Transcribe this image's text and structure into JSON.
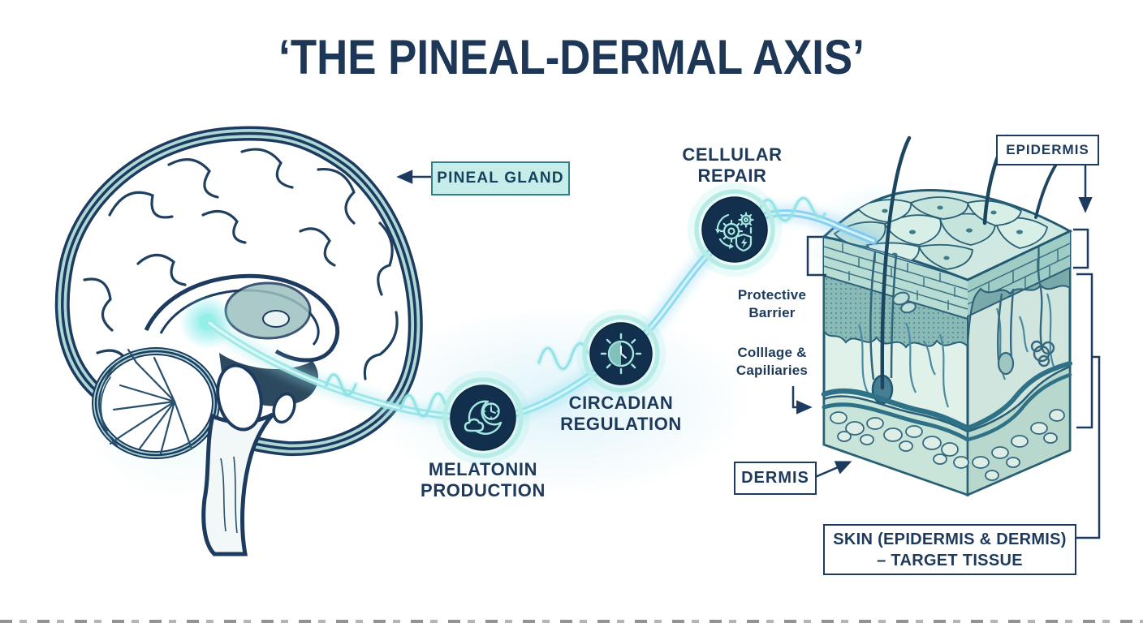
{
  "title": "‘THE PINEAL-DERMAL AXIS’",
  "colors": {
    "navy": "#1d3a5f",
    "title_navy": "#1e3757",
    "teal_box_bg": "#c7edeb",
    "teal_box_border": "#2e7f8a",
    "node_fill": "#132f4e",
    "node_ring": "#b6ece5",
    "icon_stroke": "#a5e8e0",
    "flow_start": "#9fe8e4",
    "flow_end": "#7fc7ee"
  },
  "brain": {
    "pineal_label": "PINEAL GLAND"
  },
  "pathway": {
    "nodes": [
      {
        "label_line1": "MELATONIN",
        "label_line2": "PRODUCTION",
        "icon": "moon-clock-icon"
      },
      {
        "label_line1": "CIRCADIAN",
        "label_line2": "REGULATION",
        "icon": "clock-sun-icon"
      },
      {
        "label_line1": "CELLULAR",
        "label_line2": "REPAIR",
        "icon": "gears-shield-icon"
      }
    ]
  },
  "skin": {
    "epidermis_label": "EPIDERMIS",
    "dermis_label": "DERMIS",
    "protective_label_line1": "Protective",
    "protective_label_line2": "Barrier",
    "collagen_label_line1": "Colllage &",
    "collagen_label_line2": "Capiliaries",
    "target_label_line1": "SKIN (EPIDERMIS & DERMIS)",
    "target_label_line2": "– TARGET TISSUE"
  }
}
